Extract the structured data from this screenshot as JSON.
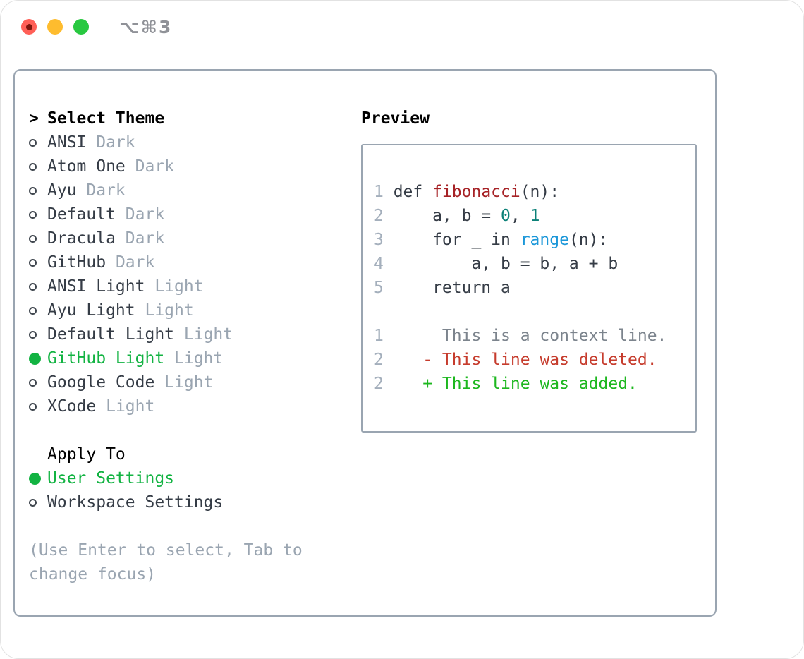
{
  "window": {
    "title_shortcut": "⌥⌘3",
    "traffic_lights": [
      "close",
      "minimize",
      "zoom"
    ]
  },
  "theme_selector": {
    "prompt": ">",
    "header": "Select Theme",
    "themes": [
      {
        "name": "ANSI",
        "variant": "Dark",
        "selected": false
      },
      {
        "name": "Atom One",
        "variant": "Dark",
        "selected": false
      },
      {
        "name": "Ayu",
        "variant": "Dark",
        "selected": false
      },
      {
        "name": "Default",
        "variant": "Dark",
        "selected": false
      },
      {
        "name": "Dracula",
        "variant": "Dark",
        "selected": false
      },
      {
        "name": "GitHub",
        "variant": "Dark",
        "selected": false
      },
      {
        "name": "ANSI Light",
        "variant": "Light",
        "selected": false
      },
      {
        "name": "Ayu Light",
        "variant": "Light",
        "selected": false
      },
      {
        "name": "Default Light",
        "variant": "Light",
        "selected": false
      },
      {
        "name": "GitHub Light",
        "variant": "Light",
        "selected": true
      },
      {
        "name": "Google Code",
        "variant": "Light",
        "selected": false
      },
      {
        "name": "XCode",
        "variant": "Light",
        "selected": false
      }
    ]
  },
  "apply_to": {
    "header": "Apply To",
    "options": [
      {
        "name": "User Settings",
        "selected": true
      },
      {
        "name": "Workspace Settings",
        "selected": false
      }
    ]
  },
  "hint_lines": [
    "(Use Enter to select, Tab to",
    "change focus)"
  ],
  "preview": {
    "header": "Preview",
    "lines": [
      {
        "num": "1",
        "segments": [
          {
            "t": "def ",
            "s": "p"
          },
          {
            "t": "fibonacci",
            "s": "fn"
          },
          {
            "t": "(n):",
            "s": "p"
          }
        ]
      },
      {
        "num": "2",
        "segments": [
          {
            "t": "    a, b = ",
            "s": "p"
          },
          {
            "t": "0",
            "s": "lit"
          },
          {
            "t": ", ",
            "s": "p"
          },
          {
            "t": "1",
            "s": "lit"
          }
        ]
      },
      {
        "num": "3",
        "segments": [
          {
            "t": "    for _ in ",
            "s": "p"
          },
          {
            "t": "range",
            "s": "bi"
          },
          {
            "t": "(n):",
            "s": "p"
          }
        ]
      },
      {
        "num": "4",
        "segments": [
          {
            "t": "        a, b = b, a + b",
            "s": "p"
          }
        ]
      },
      {
        "num": "5",
        "segments": [
          {
            "t": "    return a",
            "s": "p"
          }
        ]
      },
      {
        "num": "",
        "segments": []
      },
      {
        "num": "1",
        "segments": [
          {
            "t": "     This is a context line.",
            "s": "ctx"
          }
        ]
      },
      {
        "num": "2",
        "segments": [
          {
            "t": "   - This line was deleted.",
            "s": "del"
          }
        ]
      },
      {
        "num": "2",
        "segments": [
          {
            "t": "   + This line was added.",
            "s": "add"
          }
        ]
      }
    ]
  },
  "colors": {
    "ui_green": "#12b342",
    "added_green": "#1db71f",
    "deleted_red": "#c63c2d",
    "function_red": "#a62226",
    "number_teal": "#0c8178",
    "builtin_blue": "#1b97d9",
    "context_gray": "#7c848d",
    "muted": "#9aa5b1",
    "text_dark": "#353c46",
    "border": "#9aa5b1",
    "line_number": "#a4afbc",
    "traffic_red": "#ff5f57",
    "traffic_yellow": "#febc2e",
    "traffic_green": "#28c840"
  }
}
